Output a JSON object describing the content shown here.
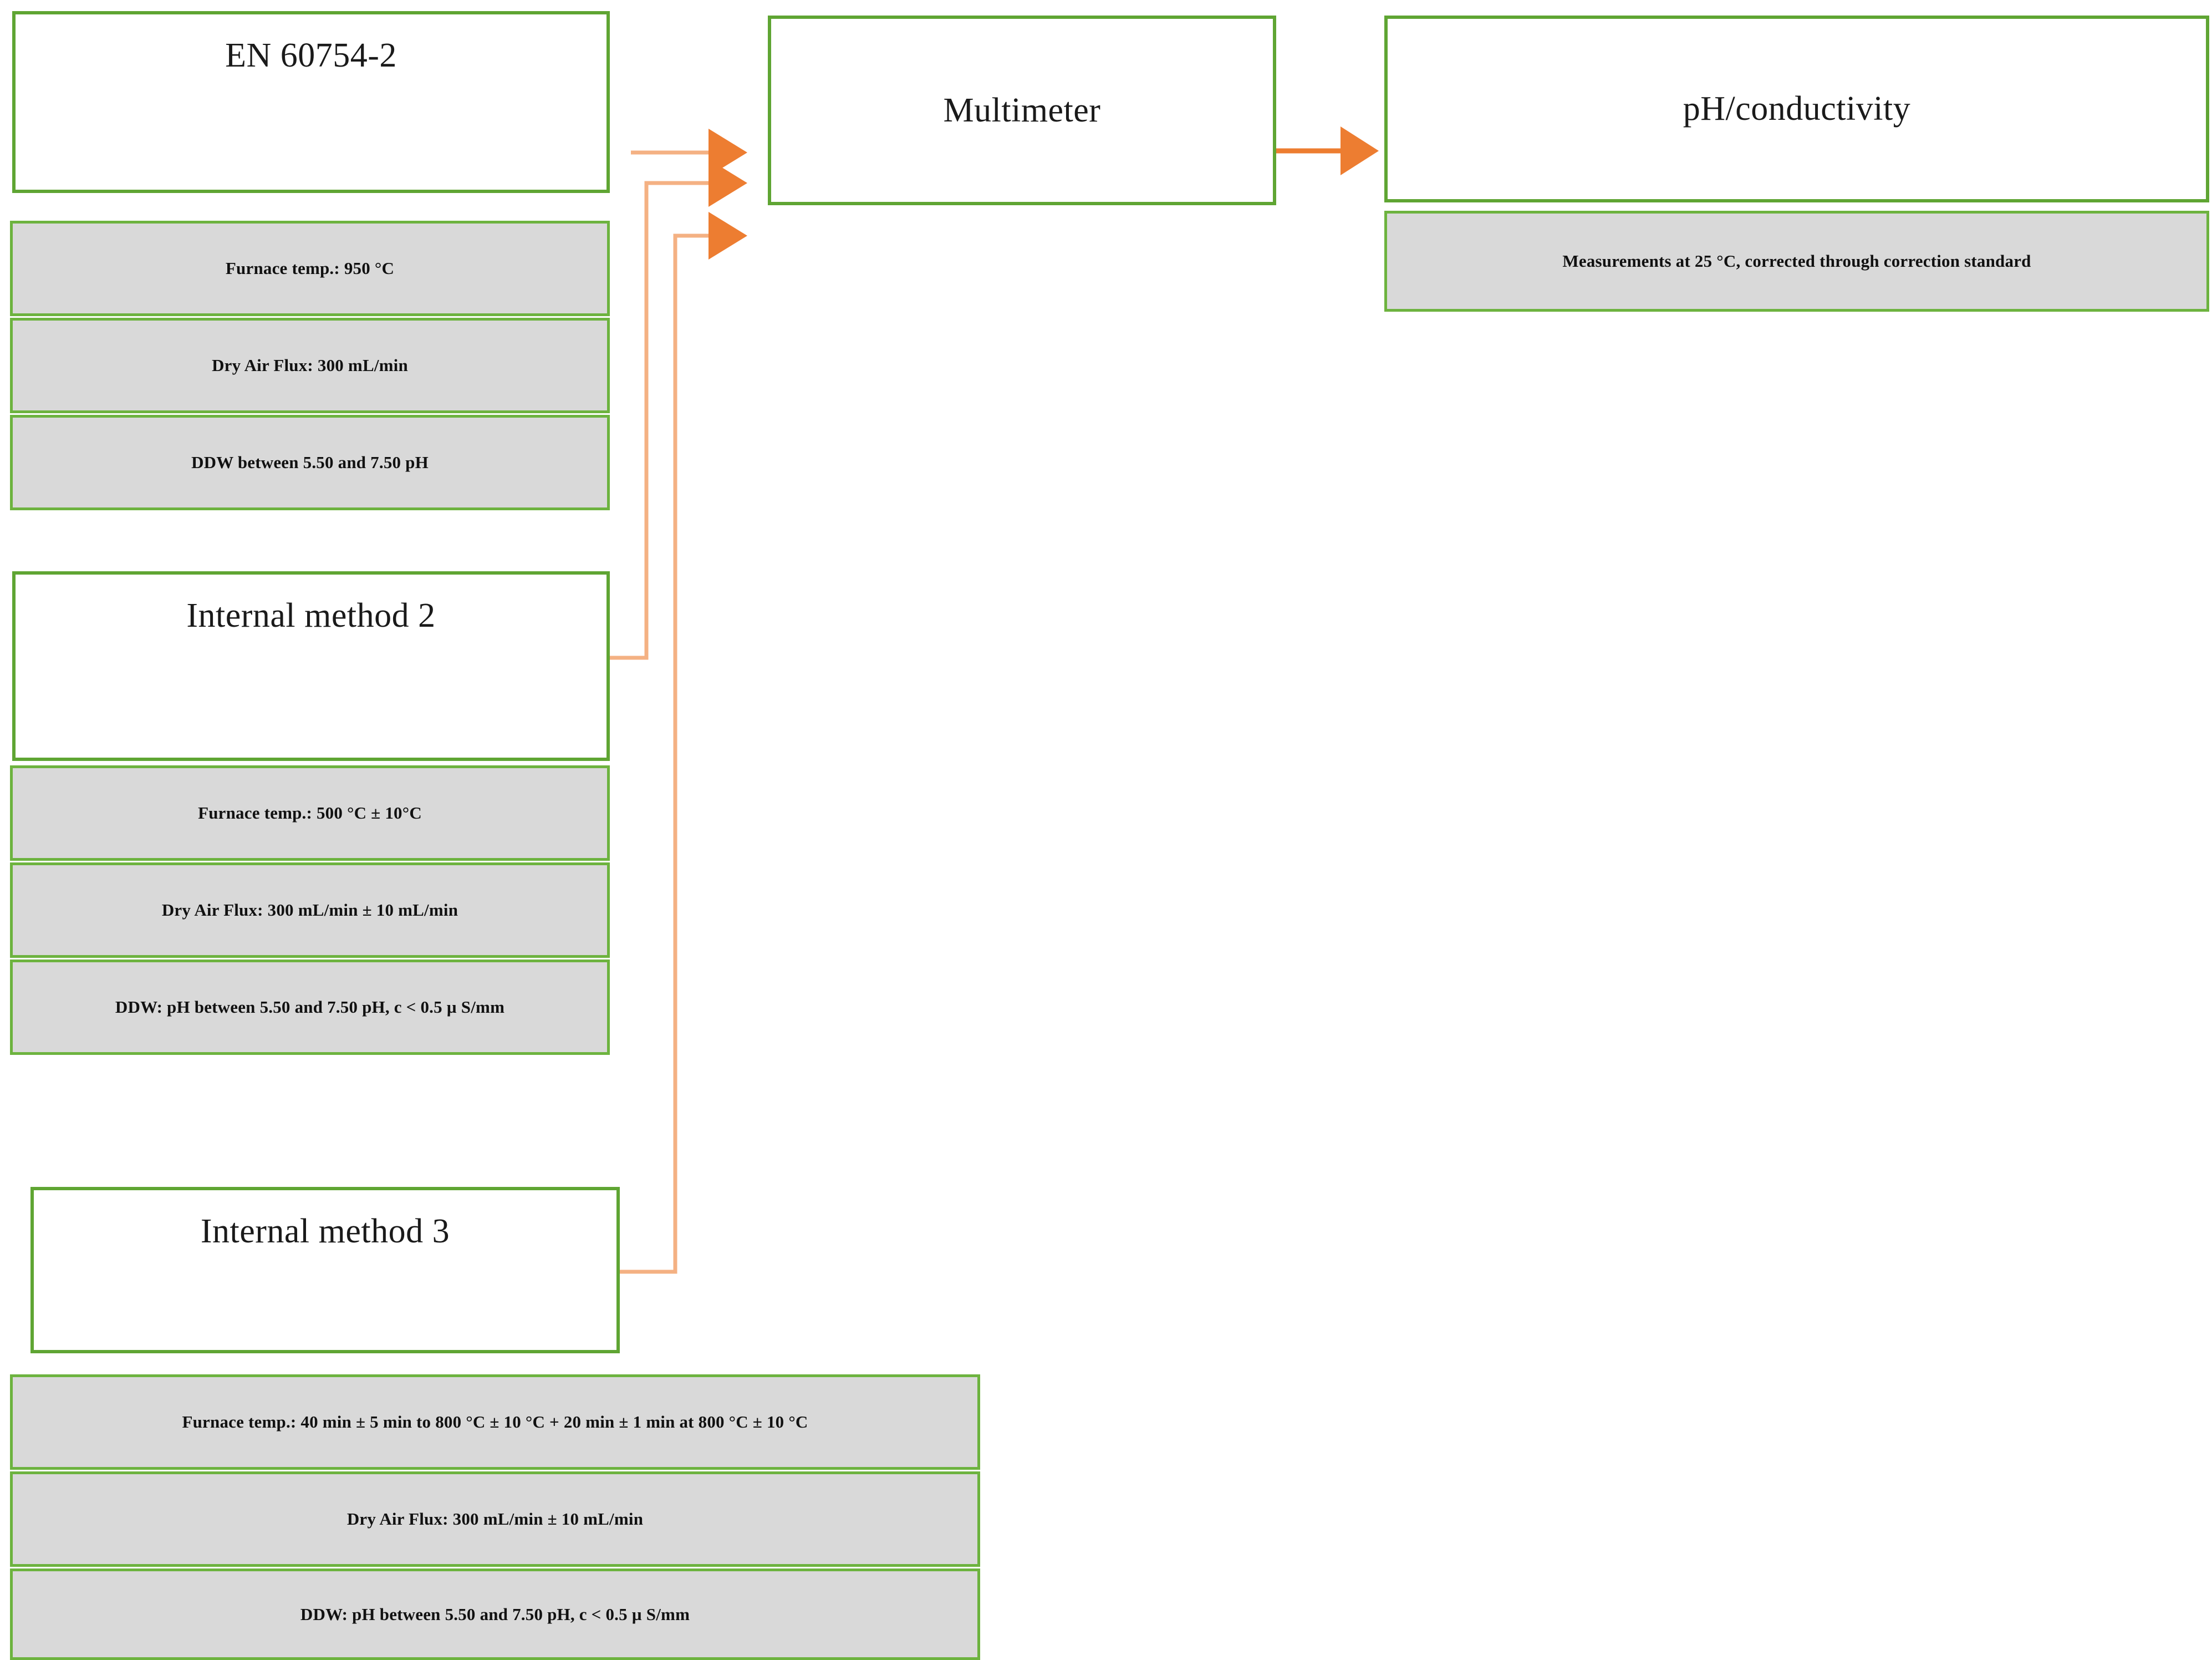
{
  "colors": {
    "box_border_green": "#5FA533",
    "detail_border_green": "#6DB33F",
    "detail_fill_gray": "#D9D9D9",
    "arrow_orange": "#ED7D31",
    "connector_orange": "#F4B183",
    "text_black": "#111111",
    "page_background": "#FFFFFF"
  },
  "methods": [
    {
      "title": "EN 60754-2",
      "details": [
        "Furnace temp.: 950 °C",
        "Dry Air Flux: 300 mL/min",
        "DDW between 5.50 and 7.50 pH"
      ]
    },
    {
      "title": "Internal method 2",
      "details": [
        "Furnace temp.: 500 °C ± 10°C",
        "Dry Air Flux: 300 mL/min ± 10 mL/min",
        "DDW: pH between 5.50 and 7.50 pH, c < 0.5 µ S/mm"
      ]
    },
    {
      "title": "Internal method 3",
      "details": [
        "Furnace temp.: 40 min ± 5 min to 800 °C ± 10 °C + 20 min ± 1 min at 800 °C ± 10 °C",
        "Dry Air Flux: 300 mL/min ± 10 mL/min",
        "DDW: pH between 5.50 and 7.50 pH, c < 0.5 µ S/mm"
      ]
    }
  ],
  "instruments": {
    "multimeter": {
      "title": "Multimeter"
    },
    "ph_conductivity": {
      "title": "pH/conductivity",
      "detail": "Measurements at 25 °C, corrected through correction standard"
    }
  },
  "flow": {
    "arrows": [
      {
        "from": "EN 60754-2",
        "to": "Multimeter"
      },
      {
        "from": "Internal method 2",
        "to": "Multimeter"
      },
      {
        "from": "Internal method 3",
        "to": "Multimeter"
      },
      {
        "from": "Multimeter",
        "to": "pH/conductivity"
      }
    ]
  }
}
